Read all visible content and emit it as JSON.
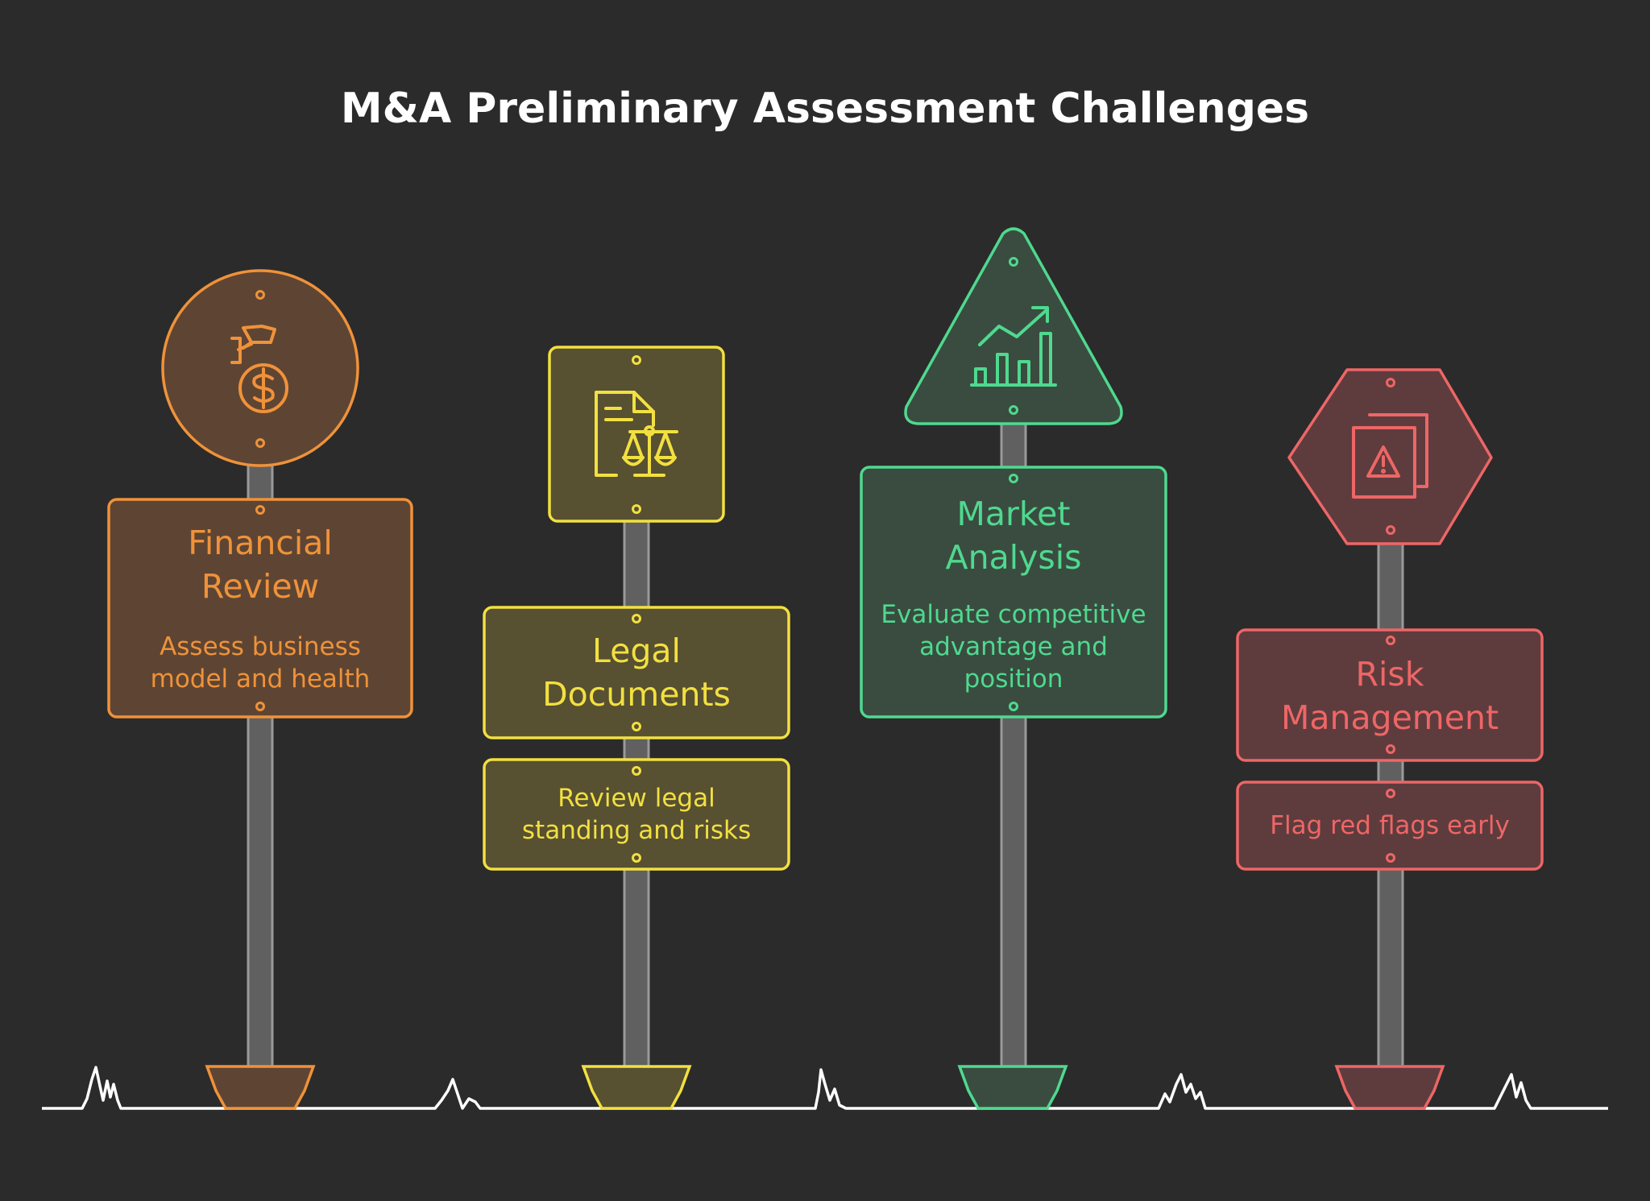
{
  "title": "M&A Preliminary Assessment Challenges",
  "colors": {
    "background": "#2b2b2b",
    "pole": "#606060",
    "pole_edge": "#9a9a9a",
    "ground": "#ffffff"
  },
  "signs": [
    {
      "id": "financial",
      "shape": "circle",
      "icon": "money-bag-icon",
      "title": "Financial\nReview",
      "description": "Assess business\nmodel and health",
      "color": "#f0923a",
      "fill": "#5e4533"
    },
    {
      "id": "legal",
      "shape": "square",
      "icon": "legal-document-scales-icon",
      "title": "Legal\nDocuments",
      "description": "Review legal\nstanding and risks",
      "color": "#f2e040",
      "fill": "#575031"
    },
    {
      "id": "market",
      "shape": "triangle",
      "icon": "growth-chart-icon",
      "title": "Market\nAnalysis",
      "description": "Evaluate competitive\nadvantage and\nposition",
      "color": "#4fd98f",
      "fill": "#3a4c40"
    },
    {
      "id": "risk",
      "shape": "hexagon",
      "icon": "warning-document-icon",
      "title": "Risk\nManagement",
      "description": "Flag red flags early",
      "color": "#ee6666",
      "fill": "#5e3c3e"
    }
  ]
}
